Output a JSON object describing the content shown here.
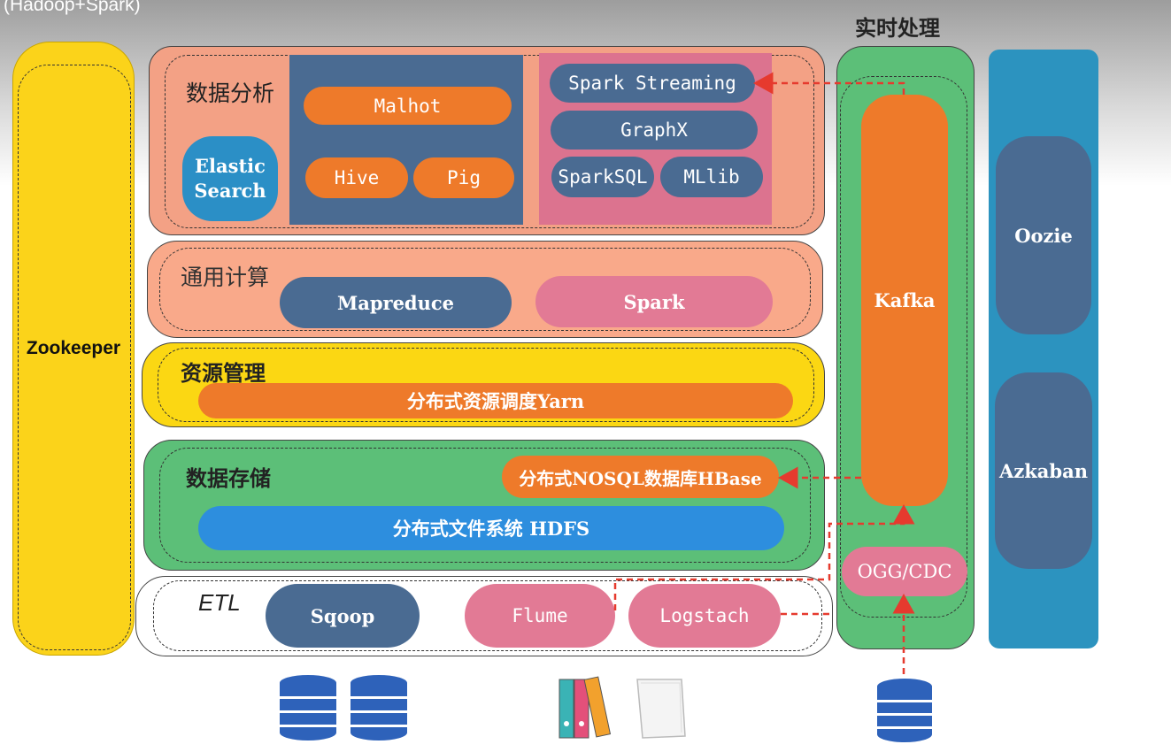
{
  "header": {
    "caption": "(Hadoop+Spark)"
  },
  "zookeeper": {
    "label": "Zookeeper"
  },
  "analysis": {
    "title": "数据分析",
    "elastic": [
      "Elastic",
      "Search"
    ],
    "malhot": "Malhot",
    "hive": "Hive",
    "pig": "Pig",
    "spark_streaming": "Spark Streaming",
    "graphx": "GraphX",
    "sparksql": "SparkSQL",
    "mllib": "MLlib"
  },
  "compute": {
    "title": "通用计算",
    "mapreduce": "Mapreduce",
    "spark": "Spark"
  },
  "resource": {
    "title": "资源管理",
    "yarn": "分布式资源调度Yarn"
  },
  "storage": {
    "title": "数据存储",
    "hbase": "分布式NOSQL数据库HBase",
    "hdfs": "分布式文件系统 HDFS"
  },
  "etl": {
    "title": "ETL",
    "sqoop": "Sqoop",
    "flume": "Flume",
    "logstach": "Logstach"
  },
  "realtime": {
    "title": "实时处理",
    "kafka": "Kafka",
    "ogg": "OGG/CDC"
  },
  "scheduler": {
    "oozie": "Oozie",
    "azkaban": "Azkaban"
  },
  "sources": {
    "icons": [
      "database-icon",
      "database-icon",
      "binder-files-icon",
      "blank-document-icon",
      "database-icon"
    ]
  },
  "colors": {
    "zookeeper": "#fbd31a",
    "analysis_bg": "#f3a185",
    "compute_bg": "#f9a98a",
    "resource_bg": "#fbd713",
    "storage_bg": "#5cbf78",
    "realtime_bg": "#5cbf78",
    "scheduler_bg": "#2c93bf",
    "arrow": "#e63a2e"
  }
}
